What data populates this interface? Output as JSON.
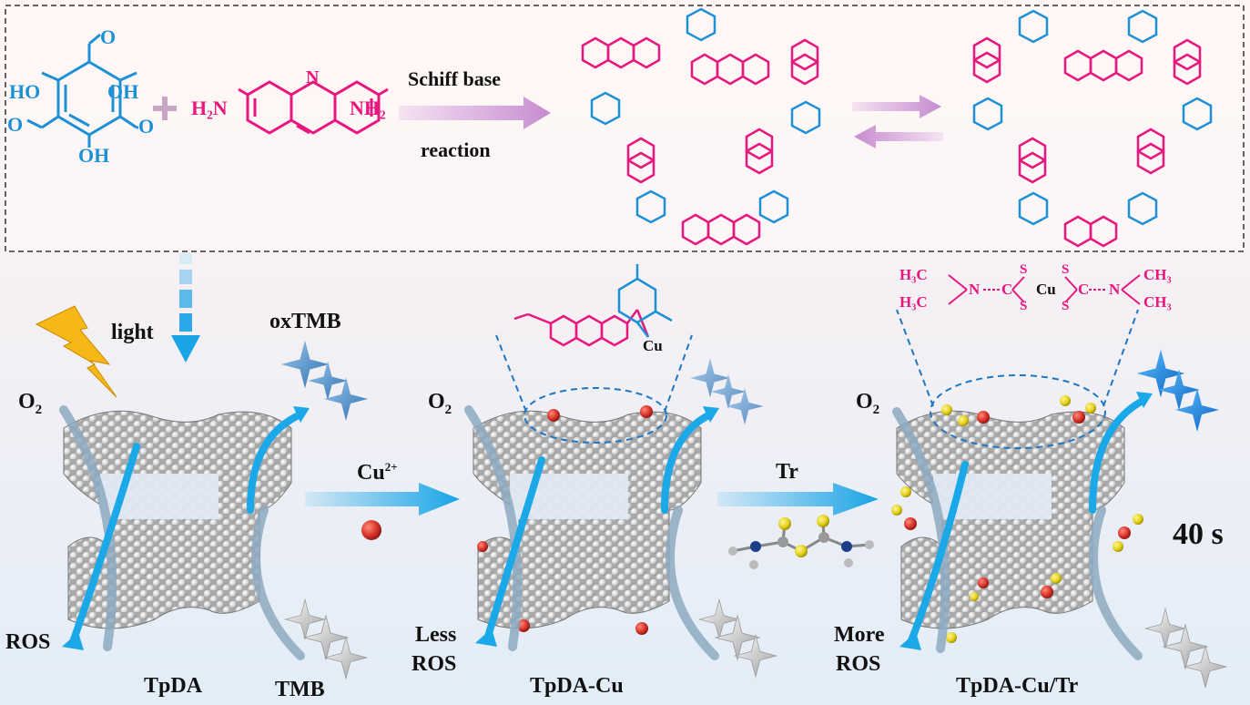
{
  "reaction": {
    "name_line1": "Schiff base",
    "name_line2": "reaction"
  },
  "monomers": {
    "tp_oh": "OH",
    "tp_ho": "HO",
    "tp_cho_o": "O",
    "da_amine_left": "H₂N",
    "da_amine_right": "NH₂",
    "da_n": "N"
  },
  "labels": {
    "light": "light",
    "oxtmb": "oxTMB",
    "o2": "O",
    "o2_sub": "2",
    "ros": "ROS",
    "tmb": "TMB",
    "cu_ion": "Cu",
    "cu_ion_sup": "2+",
    "tr": "Tr",
    "less_ros_1": "Less",
    "less_ros_2": "ROS",
    "more_ros_1": "More",
    "more_ros_2": "ROS",
    "time": "40 s",
    "cu": "Cu"
  },
  "products": {
    "tpda": "TpDA",
    "tpda_cu": "TpDA-Cu",
    "tpda_cu_tr": "TpDA-Cu/Tr"
  },
  "dithiocarbamate": {
    "h3c_top": "H₃C",
    "h3c_bot": "H₃C",
    "n_left": "N",
    "c_left": "C",
    "s": "S",
    "cu": "Cu",
    "c_right": "C",
    "n_right": "N",
    "ch3_top": "CH₃",
    "ch3_bot": "CH₃"
  },
  "colors": {
    "tp_blue": "#1e90d6",
    "da_pink": "#e8177e",
    "arrow_blue": "#1aa8e8",
    "arrow_pink": "#c98fd0",
    "bg_top": "#fff5f3",
    "bg_bottom": "#e4eef8",
    "cu_red": "#d9342b",
    "sulfur": "#e6d21b"
  }
}
